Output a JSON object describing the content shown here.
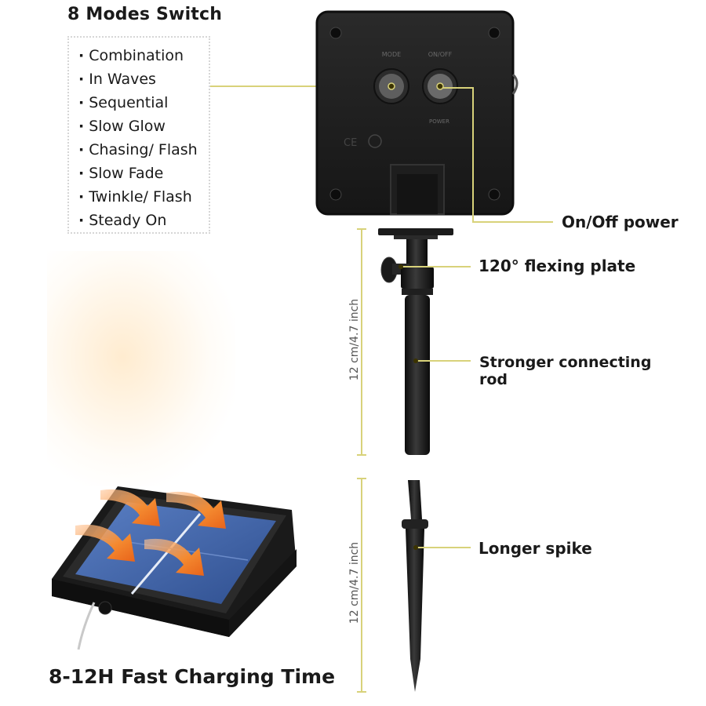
{
  "modes": {
    "title": "8 Modes Switch",
    "items": [
      "Combination",
      "In Waves",
      "Sequential",
      "Slow Glow",
      "Chasing/ Flash",
      "Slow Fade",
      "Twinkle/ Flash",
      "Steady On"
    ]
  },
  "device": {
    "mode_label": "MODE",
    "onoff_label": "ON/OFF",
    "power_label": "POWER",
    "ce_mark": "CE"
  },
  "callouts": {
    "onoff_power": "On/Off power",
    "flex_plate": "120° flexing plate",
    "rod_line1": "Stronger connecting",
    "rod_line2": "rod",
    "spike": "Longer spike"
  },
  "dimensions": {
    "rod_length": "12 cm/4.7 inch",
    "spike_length": "12 cm/4.7 inch"
  },
  "charging": {
    "title": "8-12H Fast Charging Time"
  },
  "colors": {
    "accent_leader": "#d8d27a",
    "leader_dot": "#3b3300",
    "device": "#1c1c1c",
    "panel_blue": "#3f64a8",
    "arrow_orange": "#f07a20"
  }
}
